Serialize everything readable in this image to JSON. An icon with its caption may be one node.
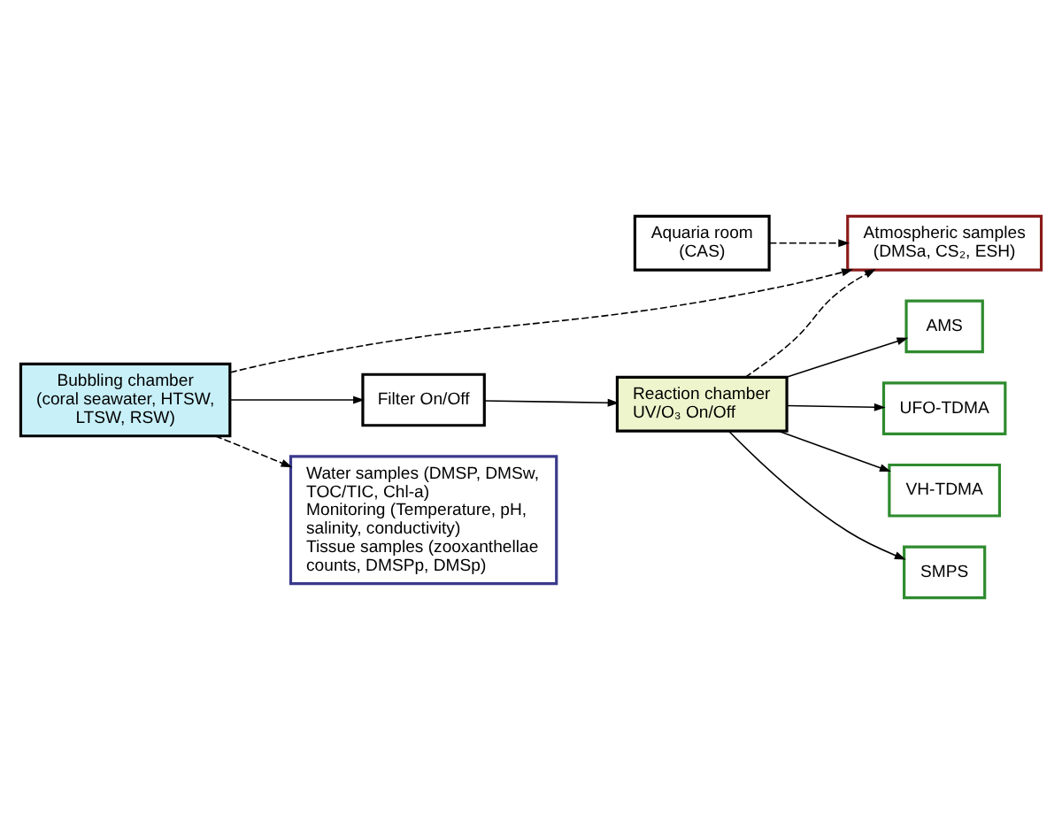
{
  "diagram": {
    "nodes": [
      {
        "text": [
          "Reaction chamber",
          "UV/O₃ On/Off"
        ]
      },
      {
        "text": [
          "AMS"
        ]
      },
      {
        "text": [
          "UFO-TDMA"
        ]
      },
      {
        "text": [
          "VH-TDMA"
        ]
      },
      {
        "text": [
          "SMPS"
        ]
      },
      {
        "text": [
          "Filter On/Off"
        ]
      },
      {
        "text": [
          "Atmospheric samples (DMSa, CS₂, ESH)"
        ]
      },
      {
        "text": [
          "Aquaria room (CAS)"
        ]
      },
      {
        "text": [
          "Bubbling chamber (coral seawater, HTSW, LTSW, RSW)"
        ]
      },
      {
        "text": [
          "Water samples (DMSP, DMSw, TOC/TIC, Chl-a)",
          "Monitoring (Temperature, pH, salinity, conductivity)",
          "Tissue samples (zooxanthellae counts, DMSPp, DMSp)"
        ]
      }
    ],
    "edges": [
      {
        "from": 0,
        "to": 1,
        "arrow": "to"
      },
      {
        "from": 0,
        "to": 2,
        "arrow": "to"
      },
      {
        "from": 0,
        "to": 3,
        "arrow": "to"
      },
      {
        "from": 0,
        "to": 4,
        "arrow": "to"
      },
      {
        "from": 0,
        "to": 6,
        "arrow": "to",
        "style": "dashed"
      },
      {
        "from": 5,
        "to": 0,
        "arrow": "to"
      },
      {
        "from": 8,
        "to": 5,
        "arrow": "to"
      },
      {
        "from": 8,
        "to": 6,
        "arrow": "to",
        "style": "dashed"
      },
      {
        "from": 7,
        "to": 6,
        "arrow": "to",
        "style": "dashed"
      },
      {
        "from": 8,
        "to": 9,
        "arrow": "to",
        "style": "dashed"
      }
    ]
  }
}
